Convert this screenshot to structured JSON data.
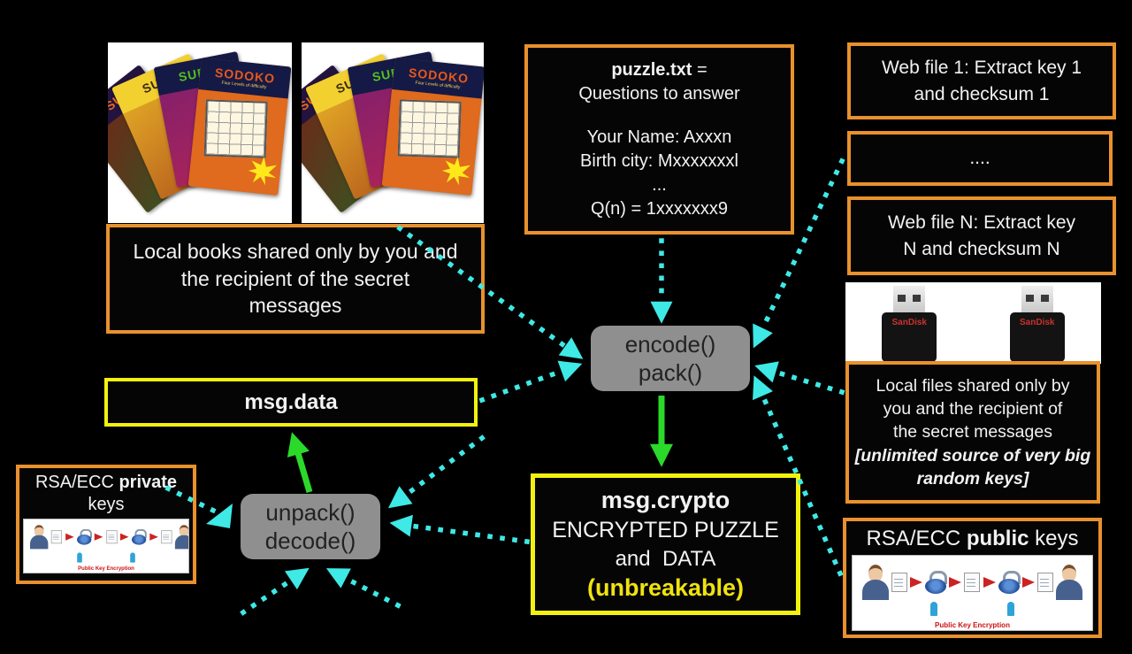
{
  "colors": {
    "background": "#000000",
    "orange_border": "#e8912d",
    "yellow_border": "#f2f20e",
    "cyan_arrow": "#3ee9e6",
    "green_arrow": "#2bd92b",
    "gray_box": "#8f8f8f",
    "unbreakable_yellow": "#f0e20f"
  },
  "books": {
    "caption_lines": [
      "Local books shared only by you and",
      "the recipient of the secret",
      "messages"
    ],
    "cover_title": "SODOKO",
    "cover_subtitle": "Four Levels of difficulty",
    "cover_partial1": "SU",
    "cover_partial2": "SUD",
    "cover_partial3": "SUDO"
  },
  "puzzle": {
    "title_bold": "puzzle.txt",
    "title_rest": " =",
    "line2": "Questions to answer",
    "q1": "Your Name: Axxxn",
    "q2": "Birth city: Mxxxxxxxl",
    "q3": "...",
    "q4": "Q(n) = 1xxxxxxx9"
  },
  "web_files": {
    "file1_lines": [
      "Web file 1: Extract key 1",
      "and checksum 1"
    ],
    "dots": "....",
    "fileN_lines": [
      "Web file N: Extract key",
      "N and checksum N"
    ]
  },
  "usb": {
    "brand": "SanDisk"
  },
  "local_files": {
    "lines": [
      "Local files shared only by",
      "you and the recipient of",
      "the secret messages"
    ],
    "italic_lines": [
      "[unlimited source of very big",
      "random keys]"
    ]
  },
  "rsa_public": {
    "prefix": "RSA/ECC ",
    "bold": "public",
    "suffix": " keys",
    "caption": "Public Key Encryption"
  },
  "rsa_private": {
    "prefix": "RSA/ECC ",
    "bold": "private",
    "line2": "keys",
    "caption": "Public Key Encryption"
  },
  "encode_box": {
    "line1": "encode()",
    "line2": "pack()"
  },
  "unpack_box": {
    "line1": "unpack()",
    "line2": "decode()"
  },
  "msg_data": {
    "label": "msg.data"
  },
  "msg_crypto": {
    "title": "msg.crypto",
    "line2": "ENCRYPTED PUZZLE",
    "line3": "and  DATA",
    "line4": "(unbreakable)"
  }
}
